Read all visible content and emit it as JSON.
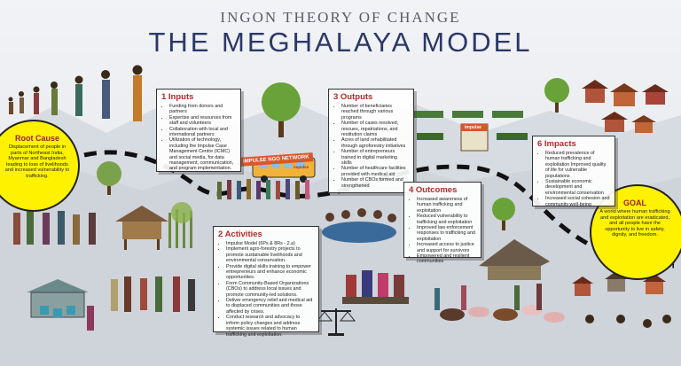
{
  "header": {
    "subtitle": "INGON THEORY OF CHANGE",
    "title": "THE MEGHALAYA MODEL"
  },
  "root_cause": {
    "heading": "Root Cause",
    "text": "Displacement of people in parts of Northeast India, Myanmar and Bangladesh leading to loss of livelihoods and increased vulnerability to trafficking."
  },
  "goal": {
    "heading": "GOAL",
    "text": "A world where human trafficking and exploitation are eradicated, and all people have the opportunity to live in safety, dignity, and freedom."
  },
  "inputs": {
    "heading": "1 Inputs",
    "items": [
      "Funding from donors and partners",
      "Expertise and resources from staff and volunteers",
      "Collaboration with local and international partners",
      "Utilization of technology, including the Impulse Case Management Centre (ICMC) and social media, for data management, communication, and program implementation."
    ]
  },
  "activities": {
    "heading": "2 Activities",
    "items": [
      "Impulse Model (6Ps & 8Rs - 2.a)",
      "Implement agro-forestry projects to promote sustainable livelihoods and environmental conservation.",
      "Provide digital skills training to empower entrepreneurs and enhance economic opportunities.",
      "Form Community-Based Organizations (CBOs) to address local issues and promote community-led solutions.",
      "Deliver emergency relief and medical aid to displaced communities and those affected by crises.",
      "Conduct research and advocacy to inform policy changes and address systemic issues related to human trafficking and exploitation."
    ]
  },
  "outputs": {
    "heading": "3 Outputs",
    "items": [
      "Number of beneficiaries reached through various programs",
      "Number of cases resolved, rescues, repatriations, and restitution claims",
      "Acres of land rehabilitated through agroforestry initiatives",
      "Number of entrepreneurs trained in digital marketing skills",
      "Number of healthcare facilities provided with medical aid",
      "Number of CBOs formed and strengthened"
    ]
  },
  "outcomes": {
    "heading": "4 Outcomes",
    "items": [
      "Increased awareness of human trafficking and exploitation",
      "Reduced vulnerability to trafficking and exploitation",
      "Improved law enforcement responses to trafficking and exploitation",
      "Increased access to justice and support for survivors",
      "Empowered and resilient communities"
    ]
  },
  "impacts": {
    "heading": "6 Impacts",
    "items": [
      "Reduced prevalence of human trafficking and exploitation Improved quality of life for vulnerable populations",
      "Sustainable economic development and environmental conservation",
      "Increased social cohesion and community well-being"
    ]
  },
  "illustration": {
    "bus_sign": "IMPULSE NGO NETWORK",
    "bus_side_sign": "impulse",
    "stall_sign": "impulse"
  },
  "colors": {
    "heading_red": "#b32a2a",
    "circle_yellow": "#fff200",
    "title_navy": "#2b3866"
  }
}
